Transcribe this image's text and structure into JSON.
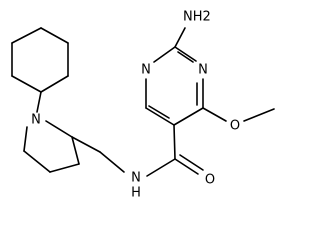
{
  "structure": {
    "atom_labels": {
      "amine": "NH2",
      "ring_n_top": "N",
      "ring_n_right": "N",
      "methoxy_oxygen": "O",
      "amide_nitrogen": "N",
      "amide_hydrogen": "H",
      "carbonyl_oxygen": "O",
      "pyrrolidine_nitrogen": "N"
    }
  }
}
